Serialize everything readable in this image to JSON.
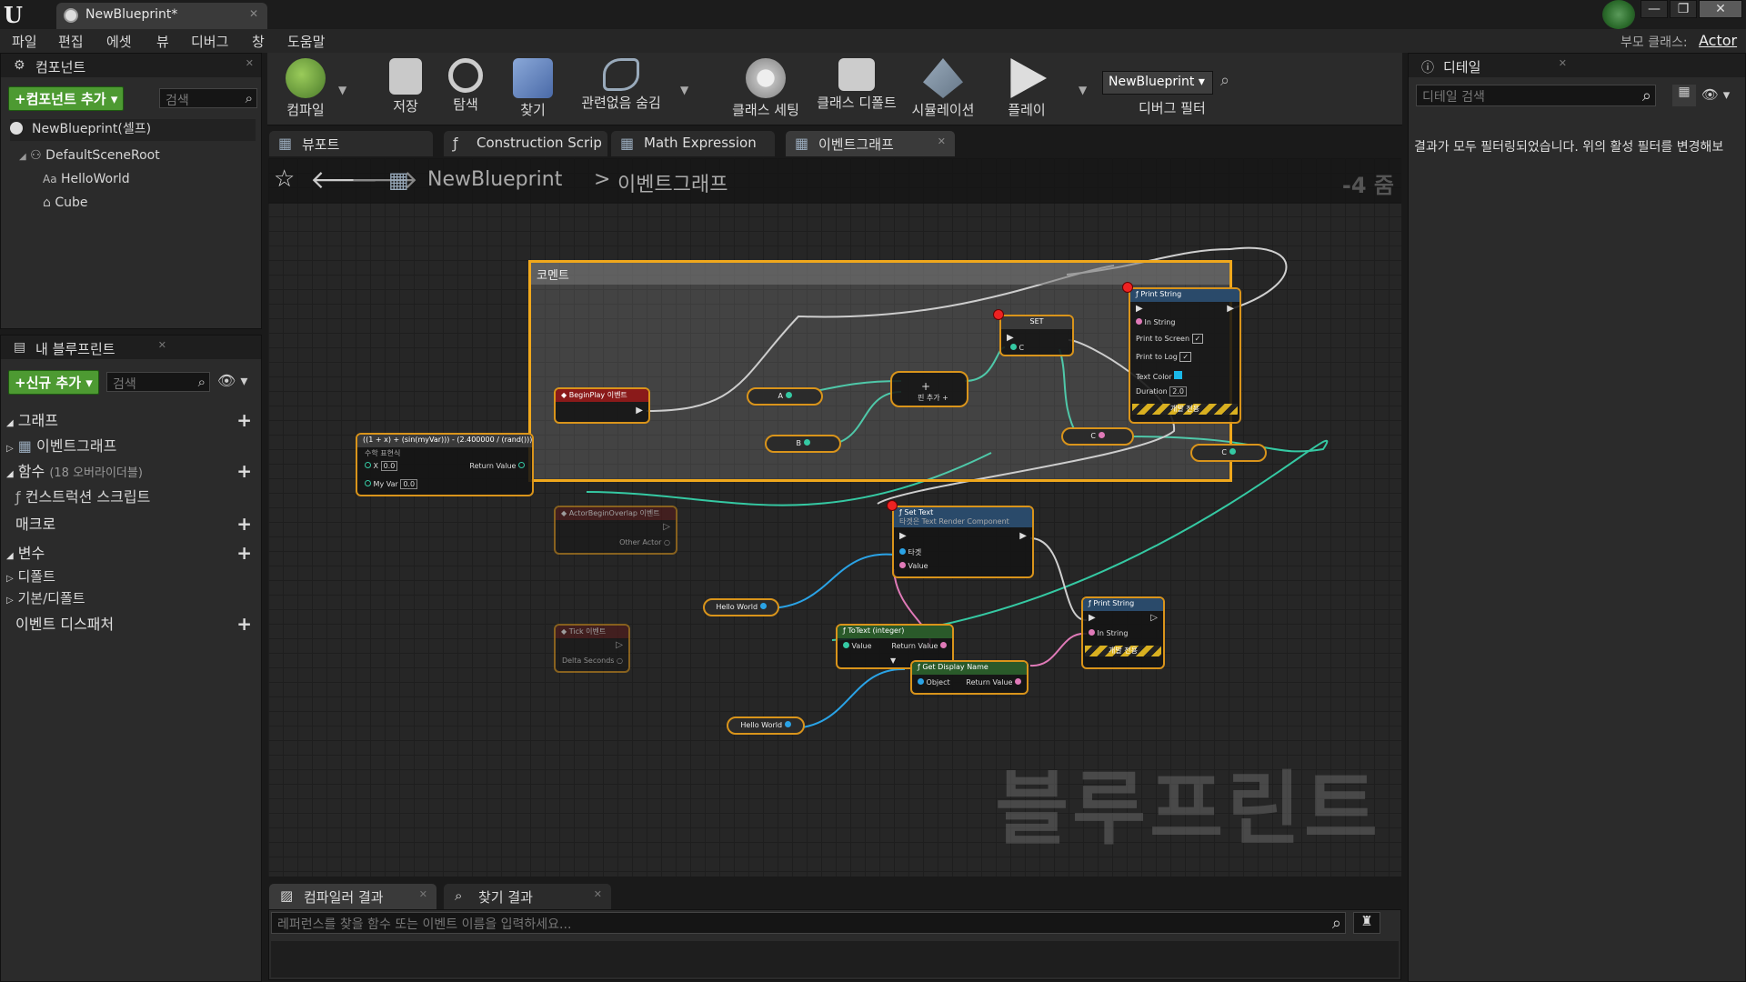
{
  "window": {
    "doc_tab": "NewBlueprint*",
    "logo": "U",
    "parent_class_label": "부모 클래스:",
    "parent_class_value": "Actor",
    "controls": [
      "—",
      "❐",
      "✕"
    ]
  },
  "menu": [
    "파일",
    "편집",
    "에셋",
    "뷰",
    "디버그",
    "창",
    "도움말"
  ],
  "components": {
    "title": "컴포넌트",
    "add_button": "+컴포넌트 추가 ▾",
    "search_placeholder": "검색",
    "root_item": "NewBlueprint(셀프)",
    "tree": [
      "DefaultSceneRoot",
      "HelloWorld",
      "Cube"
    ]
  },
  "my_blueprint": {
    "title": "내 블루프린트",
    "add_button": "+신규 추가 ▾",
    "search_placeholder": "검색",
    "sections": {
      "graph": "그래프",
      "event_graph": "이벤트그래프",
      "functions": "함수",
      "functions_note": "(18 오버라이더블)",
      "construction": "컨스트럭션 스크립트",
      "macros": "매크로",
      "variables": "변수",
      "default": "디폴트",
      "base_default": "기본/디폴트",
      "dispatchers": "이벤트 디스패처"
    }
  },
  "toolbar": {
    "compile": "컴파일",
    "save": "저장",
    "browse": "탐색",
    "find": "찾기",
    "hide_unrelated": "관련없음 숨김",
    "class_settings": "클래스 세팅",
    "class_defaults": "클래스 디폴트",
    "simulation": "시뮬레이션",
    "play": "플레이",
    "debug_select": "NewBlueprint ▾",
    "debug_filter": "디버그 필터"
  },
  "graph_tabs": [
    "뷰포트",
    "Construction Scrip",
    "Math Expression",
    "이벤트그래프"
  ],
  "breadcrumb": {
    "blueprint": "NewBlueprint",
    "sep": ">",
    "graph": "이벤트그래프",
    "zoom": "-4 줌"
  },
  "comment": {
    "title": "코멘트"
  },
  "nodes": {
    "math": {
      "title": "((1 + x) + (sin(myVar))) - (2.400000 / (rand()))",
      "subtitle": "수학 표현식",
      "pin_x": "X",
      "val_x": "0.0",
      "pin_myvar": "My Var",
      "val_myvar": "0.0",
      "ret": "Return Value"
    },
    "begin_play": {
      "title": "BeginPlay 이벤트"
    },
    "var_a": "A",
    "var_b": "B",
    "var_c": "C",
    "var_c2": "C",
    "add": {
      "label": "핀 추가 +",
      "symbol": "+"
    },
    "set": {
      "title": "SET",
      "pin": "C"
    },
    "print1": {
      "title": "Print String",
      "in_string": "In String",
      "to_screen": "Print to Screen",
      "to_log": "Print to Log",
      "text_color": "Text Color",
      "duration": "Duration",
      "duration_val": "2.0",
      "dev_only": "개발 전용"
    },
    "overlap": {
      "title": "ActorBeginOverlap 이벤트",
      "other": "Other Actor"
    },
    "tick": {
      "title": "Tick 이벤트",
      "delta": "Delta Seconds"
    },
    "set_text": {
      "title": "Set Text",
      "subtitle": "타겟은 Text Render Component",
      "target": "타겟",
      "value": "Value"
    },
    "hello1": "Hello World",
    "hello2": "Hello World",
    "to_text": {
      "title": "ToText (integer)",
      "value": "Value",
      "ret": "Return Value"
    },
    "display_name": {
      "title": "Get Display Name",
      "object": "Object",
      "ret": "Return Value"
    },
    "print2": {
      "title": "Print String",
      "in_string": "In String",
      "dev_only": "개발 전용"
    }
  },
  "watermark": "블루프린트",
  "bottom": {
    "tab_compiler": "컴파일러 결과",
    "tab_find": "찾기 결과",
    "search_placeholder": "레퍼런스를 찾을 함수 또는 이벤트 이름을 입력하세요..."
  },
  "details": {
    "title": "디테일",
    "search_placeholder": "디테일 검색",
    "message": "결과가 모두 필터링되었습니다. 위의 활성 필터를 변경해보"
  },
  "colors": {
    "accent_green": "#4d9a32",
    "node_border": "#d9941b",
    "comment_border": "#f0a81c",
    "wire_teal": "#35c9a3",
    "wire_blue": "#2aa3e6",
    "wire_pink": "#e07ab8",
    "exec_white": "#e6e6e6"
  }
}
